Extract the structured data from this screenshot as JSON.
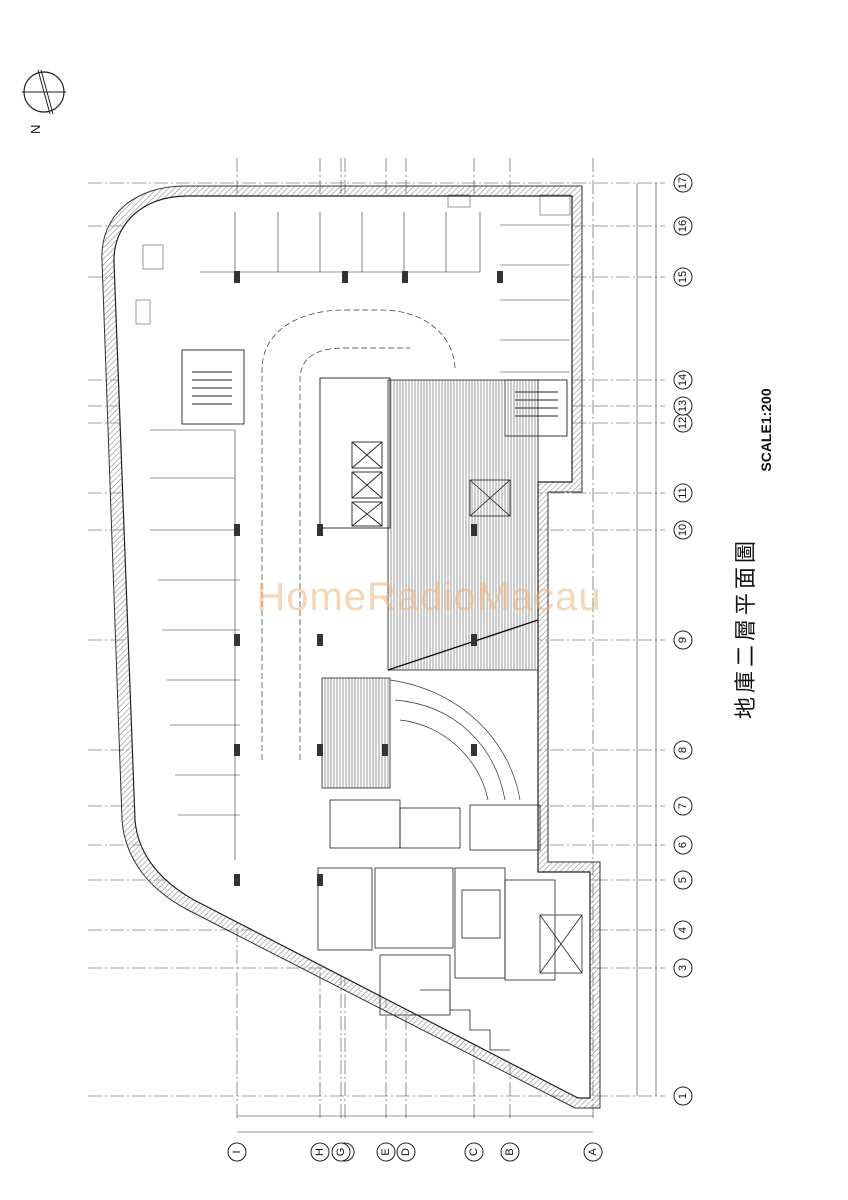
{
  "drawing": {
    "title": "地庫二層平面圖",
    "scale": "SCALE1:200",
    "watermark": "HomeRadioMacau",
    "north_label": "N"
  },
  "grid_columns": [
    "1",
    "3",
    "4",
    "5",
    "6",
    "7",
    "8",
    "9",
    "10",
    "11",
    "12",
    "13",
    "14",
    "15",
    "16",
    "17"
  ],
  "grid_rows": [
    "A",
    "B",
    "C",
    "D",
    "E",
    "F",
    "G",
    "H",
    "I"
  ],
  "colors": {
    "wall": "#3a3a3a",
    "hatch": "#9a9a9a",
    "line": "#222222",
    "watermark": "#f0b478"
  }
}
